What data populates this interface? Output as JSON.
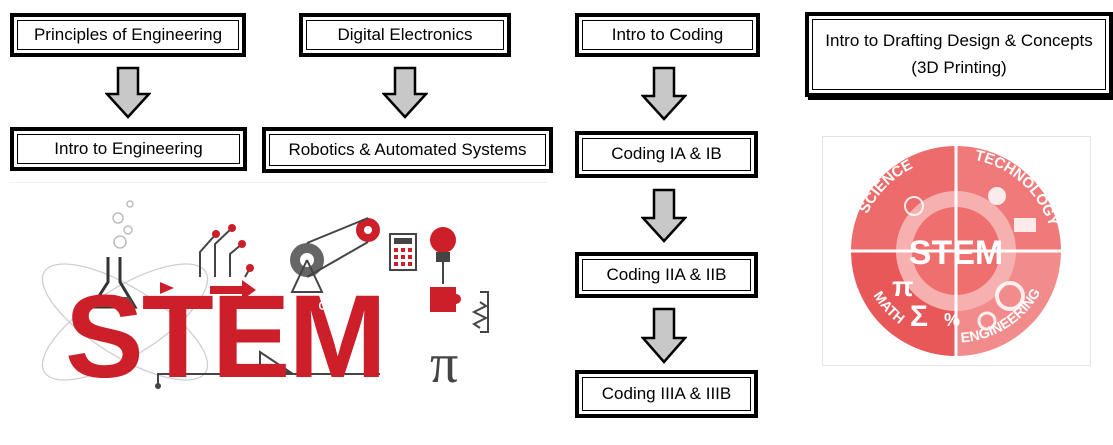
{
  "courses": {
    "principles_engineering": "Principles of Engineering",
    "digital_electronics": "Digital Electronics",
    "intro_coding": "Intro to Coding",
    "intro_drafting": "Intro to Drafting Design & Concepts",
    "drafting_sub": "(3D Printing)",
    "intro_engineering": "Intro to Engineering",
    "robotics": "Robotics & Automated Systems",
    "coding_1": "Coding IA & IB",
    "coding_2": "Coding IIA & IIB",
    "coding_3": "Coding IIIA & IIIB"
  },
  "stem_logo": {
    "word": "STEM",
    "pi_symbol": "π",
    "infinity_symbol": "∞"
  },
  "stem_wheel": {
    "center": "STEM",
    "science": "SCIENCE",
    "technology": "TECHNOLOGY",
    "engineering": "ENGINEERING",
    "math": "MATH",
    "pi": "π",
    "sigma": "Σ",
    "percent": "%"
  },
  "colors": {
    "stem_red": "#cc1f2a",
    "wheel_red": "#ee6b6b",
    "wheel_light": "#f7b0b0",
    "arrow_gray": "#c8c8c8"
  }
}
